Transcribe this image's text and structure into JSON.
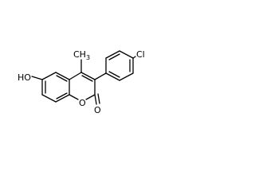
{
  "structure": {
    "atoms": {
      "hydroxyl": "HO",
      "methyl": "CH",
      "methyl_subscript": "3",
      "ring_oxygen": "O",
      "carbonyl_oxygen": "O",
      "chlorine": "Cl"
    },
    "colors": {
      "bond": "#000000",
      "text": "#000000",
      "background": "#ffffff"
    }
  }
}
